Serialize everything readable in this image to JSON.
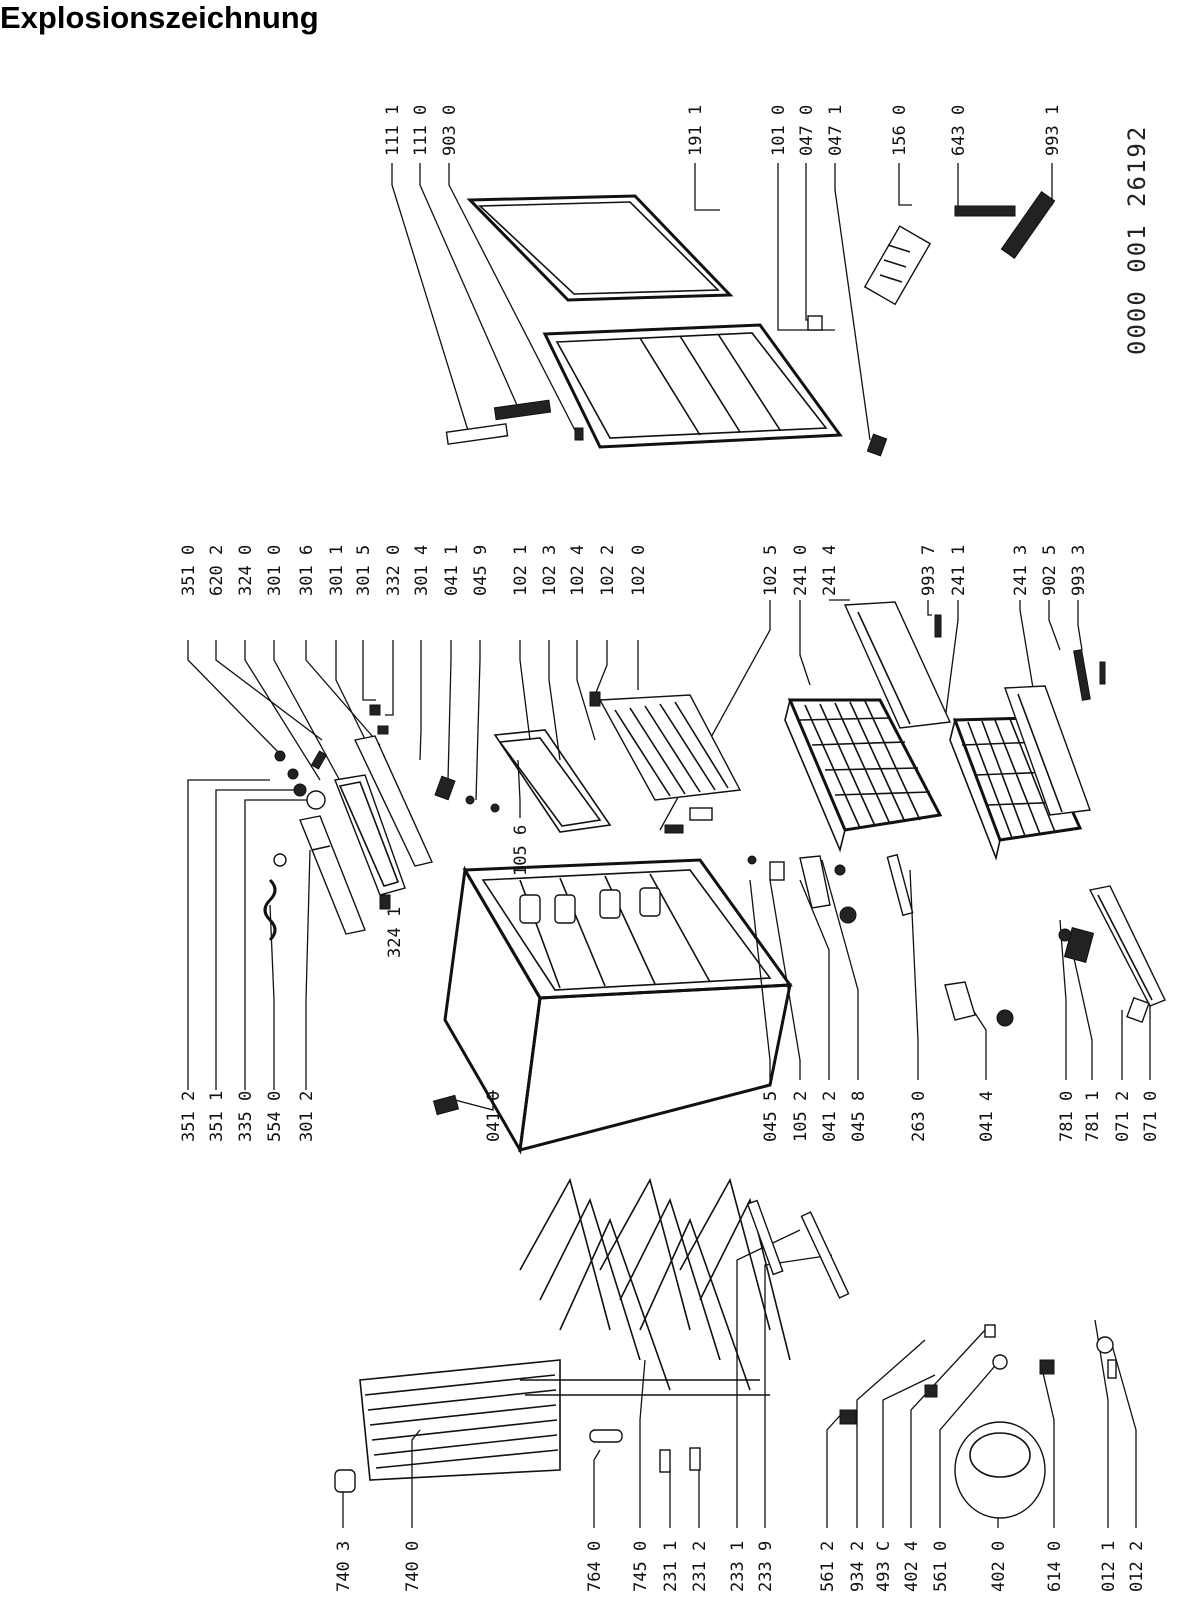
{
  "title": "Explosionszeichnung",
  "document_number": "0000 001 26192",
  "part_labels": [
    "111 1",
    "111 0",
    "903 0",
    "191 1",
    "101 0",
    "047 0",
    "047 1",
    "156 0",
    "643 0",
    "993 1",
    "351 0",
    "620 2",
    "324 0",
    "301 0",
    "301 6",
    "301 1",
    "301 5",
    "332 0",
    "301 4",
    "041 1",
    "045 9",
    "102 1",
    "102 3",
    "102 4",
    "102 2",
    "102 0",
    "102 5",
    "241 0",
    "241 4",
    "993 7",
    "241 1",
    "241 3",
    "902 5",
    "993 3",
    "105 6",
    "324 1",
    "351 2",
    "351 1",
    "335 0",
    "554 0",
    "301 2",
    "041 0",
    "045 5",
    "105 2",
    "041 2",
    "045 8",
    "263 0",
    "041 4",
    "781 0",
    "781 1",
    "071 2",
    "071 0",
    "740 3",
    "740 0",
    "764 0",
    "745 0",
    "231 1",
    "231 2",
    "233 1",
    "233 9",
    "561 2",
    "934 2",
    "493 C",
    "402 4",
    "561 0",
    "402 0",
    "614 0",
    "012 1",
    "012 2"
  ]
}
